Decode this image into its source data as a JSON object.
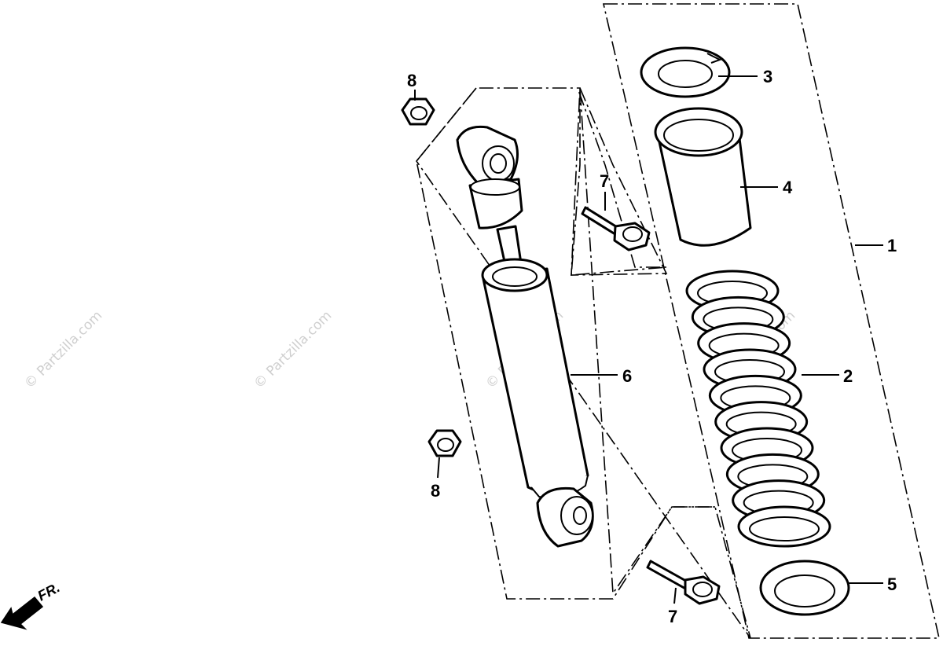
{
  "watermark": "© Partzilla.com",
  "direction_label": "FR.",
  "callouts": {
    "c1": "1",
    "c2": "2",
    "c3": "3",
    "c4": "4",
    "c5": "5",
    "c6": "6",
    "c7_top": "7",
    "c7_bottom": "7",
    "c8_top": "8",
    "c8_bottom": "8"
  },
  "icons": {
    "direction": "arrow-left-down-icon"
  }
}
